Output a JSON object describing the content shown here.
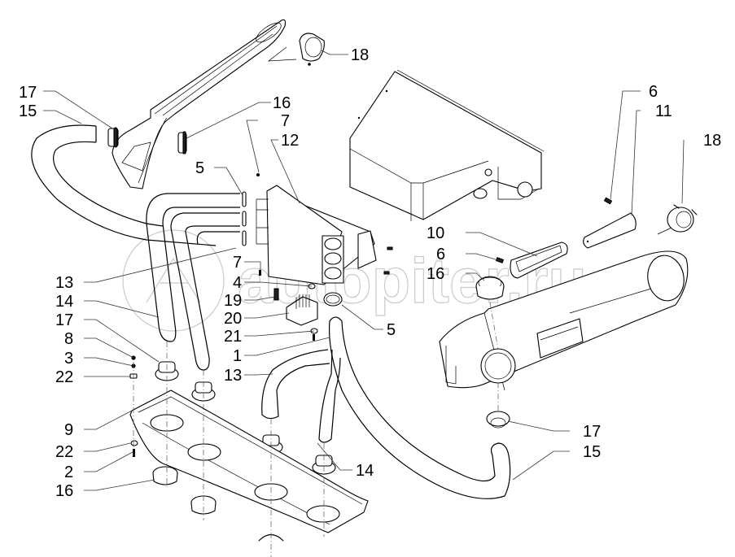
{
  "diagram": {
    "type": "exploded-parts-diagram",
    "subject": "Heater / air duct assembly",
    "watermark": "autopiter.ru",
    "callouts": [
      {
        "id": "c-17-a",
        "label": "17",
        "part": "grommet"
      },
      {
        "id": "c-15-a",
        "label": "15",
        "part": "hose"
      },
      {
        "id": "c-16-a",
        "label": "16",
        "part": "clip"
      },
      {
        "id": "c-18-a",
        "label": "18",
        "part": "air vent nozzle"
      },
      {
        "id": "c-7-a",
        "label": "7",
        "part": "screw"
      },
      {
        "id": "c-12",
        "label": "12",
        "part": "air distributor"
      },
      {
        "id": "c-5-a",
        "label": "5",
        "part": "hose clamp"
      },
      {
        "id": "c-6-a",
        "label": "6",
        "part": "screw"
      },
      {
        "id": "c-11",
        "label": "11",
        "part": "cover plate"
      },
      {
        "id": "c-18-b",
        "label": "18",
        "part": "air vent nozzle"
      },
      {
        "id": "c-10",
        "label": "10",
        "part": "frame"
      },
      {
        "id": "c-6-b",
        "label": "6",
        "part": "screw"
      },
      {
        "id": "c-16-b",
        "label": "16",
        "part": "adapter ring"
      },
      {
        "id": "c-13-a",
        "label": "13",
        "part": "hose"
      },
      {
        "id": "c-14-a",
        "label": "14",
        "part": "hose"
      },
      {
        "id": "c-17-b",
        "label": "17",
        "part": "grommet"
      },
      {
        "id": "c-8",
        "label": "8",
        "part": "nut"
      },
      {
        "id": "c-3",
        "label": "3",
        "part": "washer"
      },
      {
        "id": "c-22-a",
        "label": "22",
        "part": "washer"
      },
      {
        "id": "c-7-b",
        "label": "7",
        "part": "screw"
      },
      {
        "id": "c-4",
        "label": "4",
        "part": "washer"
      },
      {
        "id": "c-19",
        "label": "19",
        "part": "terminal"
      },
      {
        "id": "c-20",
        "label": "20",
        "part": "connector block"
      },
      {
        "id": "c-21",
        "label": "21",
        "part": "washer"
      },
      {
        "id": "c-1",
        "label": "1",
        "part": "screw"
      },
      {
        "id": "c-5-b",
        "label": "5",
        "part": "hose clamp"
      },
      {
        "id": "c-13-b",
        "label": "13",
        "part": "hose"
      },
      {
        "id": "c-9",
        "label": "9",
        "part": "floor duct panel"
      },
      {
        "id": "c-22-b",
        "label": "22",
        "part": "washer"
      },
      {
        "id": "c-2",
        "label": "2",
        "part": "screw"
      },
      {
        "id": "c-16-c",
        "label": "16",
        "part": "adapter ring"
      },
      {
        "id": "c-14-b",
        "label": "14",
        "part": "hose"
      },
      {
        "id": "c-17-c",
        "label": "17",
        "part": "grommet"
      },
      {
        "id": "c-15-b",
        "label": "15",
        "part": "hose"
      }
    ]
  }
}
